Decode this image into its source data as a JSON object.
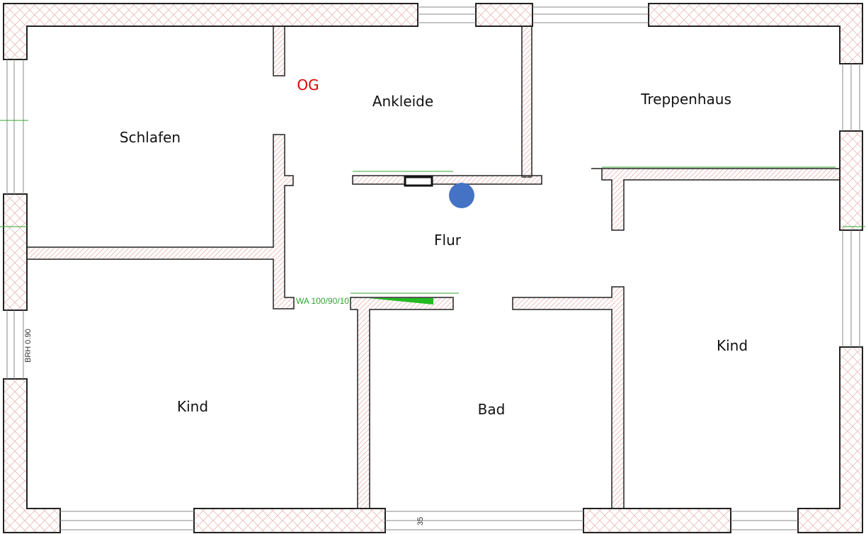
{
  "floor_label": "OG",
  "rooms": {
    "schlafen": "Schlafen",
    "ankleide": "Ankleide",
    "treppenhaus": "Treppenhaus",
    "flur": "Flur",
    "kind_left": "Kind",
    "bad": "Bad",
    "kind_right": "Kind"
  },
  "annotations": {
    "wa": "WA 100/90/10",
    "brh_left": "BRH 0.90",
    "dim_bottom": "35"
  },
  "colors": {
    "wall_outline": "#222222",
    "wall_hatch": "#e8b0b0",
    "dimension": "#2fa52f",
    "floor_label": "#e00000",
    "marker": "#4472c4"
  }
}
